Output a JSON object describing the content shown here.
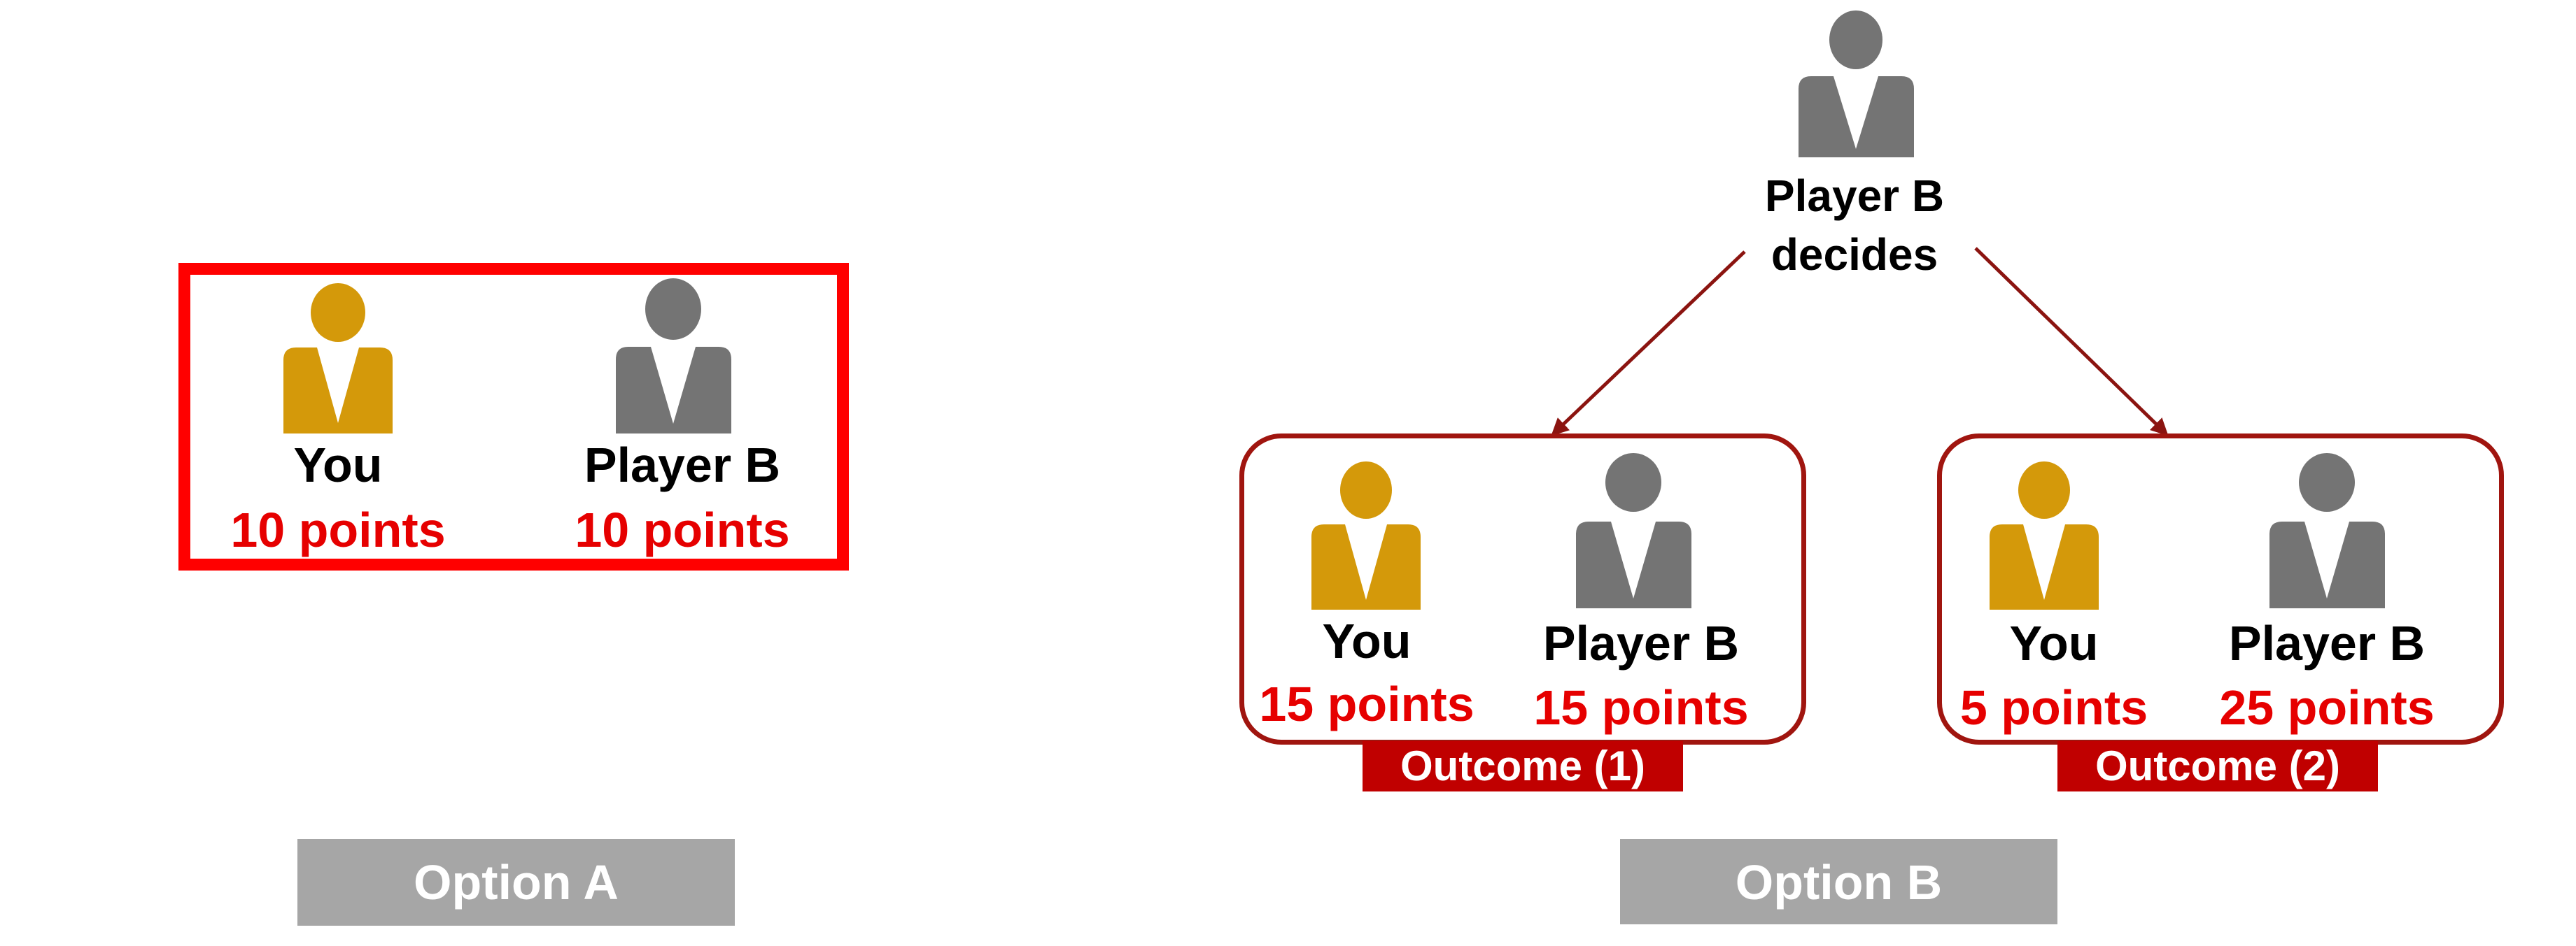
{
  "colors": {
    "you": "#D4990A",
    "player_b": "#747474",
    "points": "#E60000",
    "option_a_border": "#FF0000",
    "outcome_border": "#A0150F",
    "outcome_label_bg": "#C00000",
    "option_label_bg": "#A6A6A6",
    "arrow": "#8B1410"
  },
  "option_a": {
    "you": {
      "icon": "person-icon",
      "name": "You",
      "points": "10 points"
    },
    "player_b": {
      "icon": "person-icon",
      "name": "Player B",
      "points": "10 points"
    },
    "label": "Option A"
  },
  "option_b": {
    "decider": {
      "icon": "person-icon",
      "line1": "Player B",
      "line2": "decides"
    },
    "outcome1": {
      "you": {
        "name": "You",
        "points": "15 points"
      },
      "player_b": {
        "name": "Player B",
        "points": "15 points"
      },
      "label": "Outcome (1)"
    },
    "outcome2": {
      "you": {
        "name": "You",
        "points": "5 points"
      },
      "player_b": {
        "name": "Player B",
        "points": "25 points"
      },
      "label": "Outcome (2)"
    },
    "label": "Option B"
  }
}
